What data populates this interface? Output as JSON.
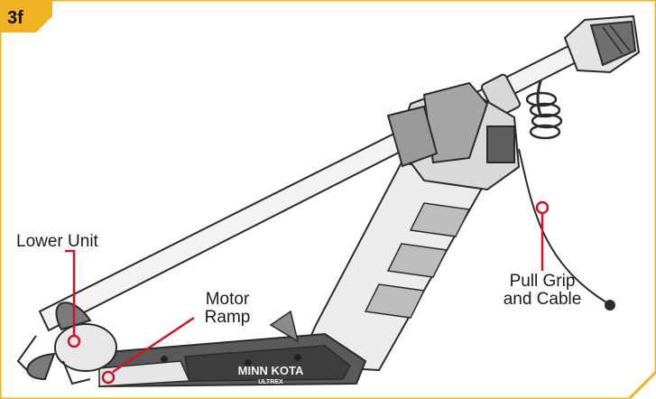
{
  "step_badge": "3f",
  "colors": {
    "frame": "#f0b323",
    "callout_line": "#d0132b",
    "outline": "#2b2b2b",
    "body_light": "#e9e9e9",
    "body_dark": "#8f8f8f"
  },
  "callouts": {
    "lower_unit": "Lower Unit",
    "motor_ramp_line1": "Motor",
    "motor_ramp_line2": "Ramp",
    "pull_grip_line1": "Pull Grip",
    "pull_grip_line2": "and Cable"
  },
  "brand_mark": {
    "line1": "MINN KOTA",
    "line2": "ULTREX"
  }
}
